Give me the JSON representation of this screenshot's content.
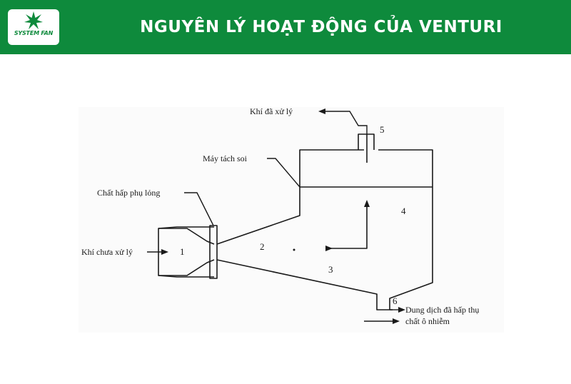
{
  "header": {
    "logo_text": "SYSTEM FAN",
    "title": "NGUYÊN LÝ HOẠT ĐỘNG CỦA VENTURI",
    "background_color": "#0e8a3c"
  },
  "diagram": {
    "labels": {
      "treated_gas": "Khí đã xử lý",
      "separator": "Máy tách soi",
      "liquid_absorbent": "Chất hấp phụ lỏng",
      "untreated_gas": "Khí chưa xử lý",
      "absorbed_solution_line1": "Dung dịch đã hấp thụ",
      "absorbed_solution_line2": "chất ô nhiễm"
    },
    "numbers": [
      "1",
      "2",
      "3",
      "4",
      "5",
      "6"
    ]
  }
}
